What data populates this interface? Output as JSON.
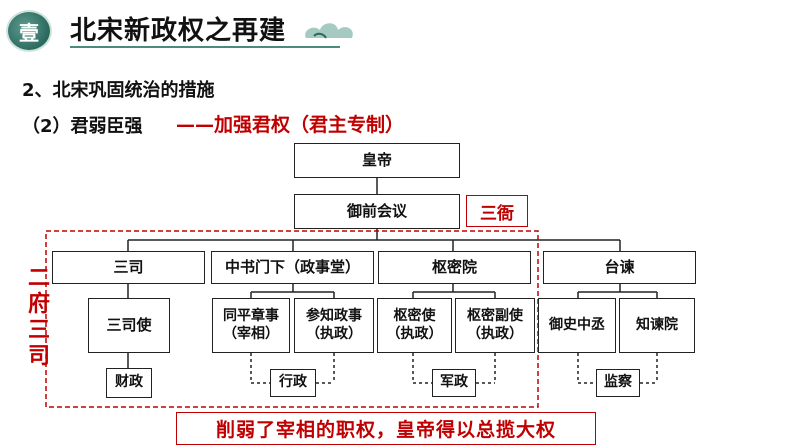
{
  "header": {
    "badge": "壹",
    "title": "北宋新政权之再建"
  },
  "section": {
    "heading": "2、北宋巩固统治的措施",
    "subheading": "（2）君弱臣强",
    "subheading_emphasis": "——加强君权（君主专制）"
  },
  "chart": {
    "emperor": "皇帝",
    "council": "御前会议",
    "three_ya": "三衙",
    "side_label": "二府三司",
    "level2": [
      "三司",
      "中书门下（政事堂）",
      "枢密院",
      "台谏"
    ],
    "level3": {
      "sansi_shi": "三司使",
      "tongping": "同平章事\n（宰相）",
      "canzhi": "参知政事\n（执政）",
      "shumi_shi": "枢密使\n（执政）",
      "shumi_fushi": "枢密副使\n（执政）",
      "yushi": "御史中丞",
      "zhijian": "知谏院"
    },
    "level4": [
      "财政",
      "行政",
      "军政",
      "监察"
    ]
  },
  "conclusion": "削弱了宰相的职权，皇帝得以总揽大权",
  "colors": {
    "accent_red": "#c00000",
    "teal": "#2c6a5f"
  }
}
